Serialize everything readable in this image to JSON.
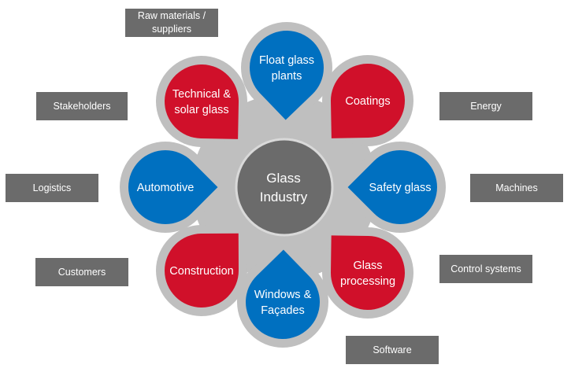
{
  "center": {
    "label": "Glass\nIndustry"
  },
  "petals": [
    {
      "label": "Float glass\nplants",
      "color": "blue"
    },
    {
      "label": "Coatings",
      "color": "red"
    },
    {
      "label": "Safety glass",
      "color": "blue"
    },
    {
      "label": "Glass\nprocessing",
      "color": "red"
    },
    {
      "label": "Windows &\nFaçades",
      "color": "blue"
    },
    {
      "label": "Construction",
      "color": "red"
    },
    {
      "label": "Automotive",
      "color": "blue"
    },
    {
      "label": "Technical &\nsolar glass",
      "color": "red"
    }
  ],
  "boxes": [
    {
      "label": "Raw materials /\nsuppliers"
    },
    {
      "label": "Energy"
    },
    {
      "label": "Machines"
    },
    {
      "label": "Control systems"
    },
    {
      "label": "Software"
    },
    {
      "label": "Customers"
    },
    {
      "label": "Logistics"
    },
    {
      "label": "Stakeholders"
    }
  ],
  "colors": {
    "blue": "#0070c0",
    "red": "#d0102a",
    "ring": "#bfbfbf",
    "center": "#6b6b6b",
    "box": "#6b6b6b"
  }
}
